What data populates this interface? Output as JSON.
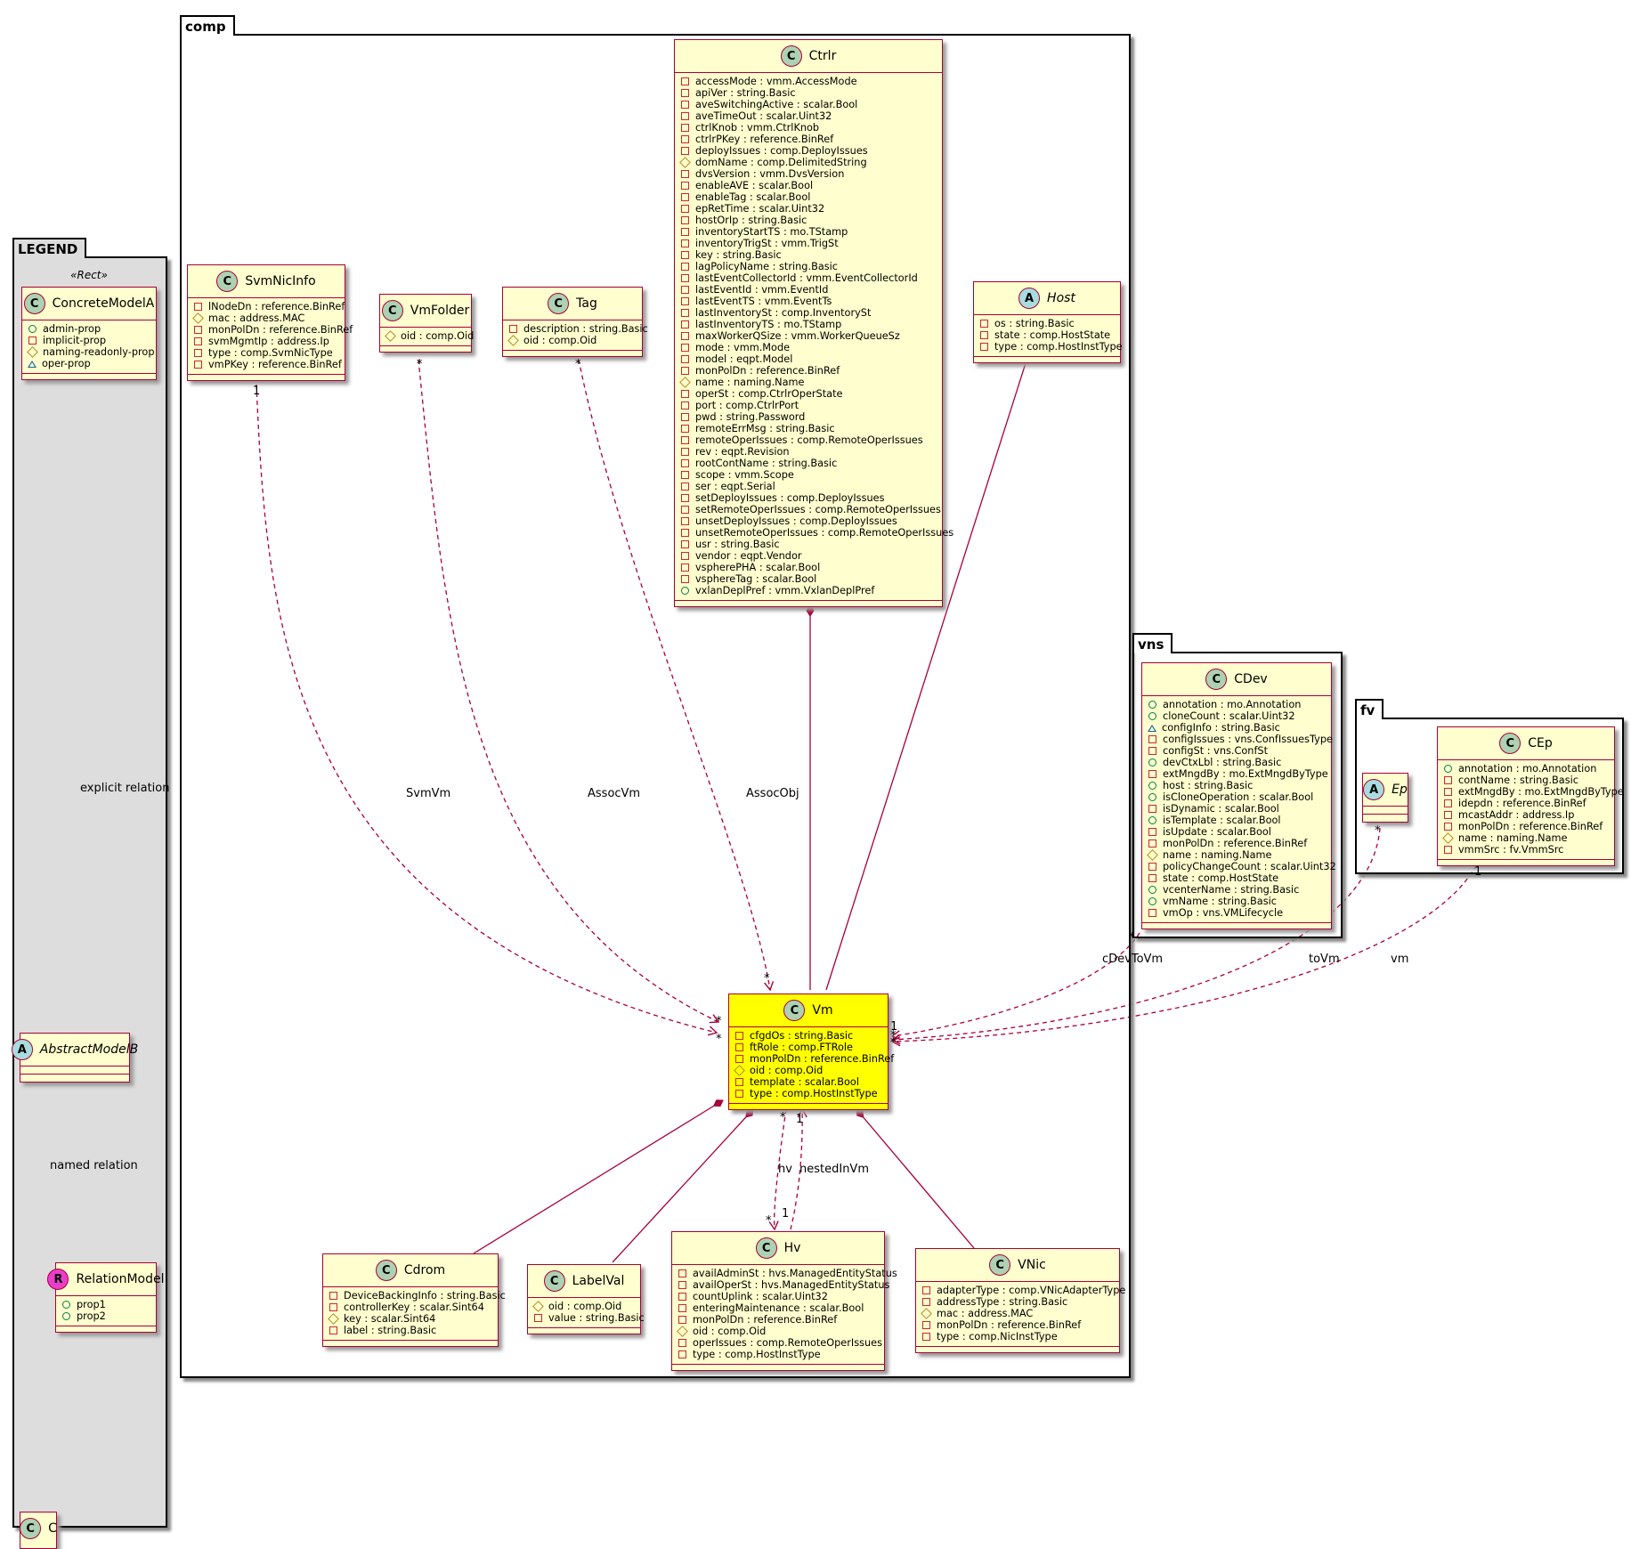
{
  "packages": {
    "legend": "LEGEND",
    "comp": "comp",
    "vns": "vns",
    "fv": "fv"
  },
  "legend": {
    "stereotype": "«Rect»",
    "concrete": {
      "name": "ConcreteModelA",
      "fields": [
        {
          "v": "pub",
          "t": "admin-prop"
        },
        {
          "v": "priv",
          "t": "implicit-prop"
        },
        {
          "v": "prot",
          "t": "naming-readonly-prop"
        },
        {
          "v": "pkgv",
          "t": "oper-prop"
        }
      ]
    },
    "abstract": {
      "name": "AbstractModelB"
    },
    "relation": {
      "name": "RelationModel",
      "fields": [
        {
          "v": "pub",
          "t": "prop1"
        },
        {
          "v": "pub",
          "t": "prop2"
        }
      ]
    },
    "c": {
      "name": "C"
    },
    "explicit_label": "explicit relation",
    "named_label": "named relation"
  },
  "classes": {
    "ctrlr": {
      "name": "Ctrlr",
      "fields": [
        {
          "v": "priv",
          "t": "accessMode : vmm.AccessMode"
        },
        {
          "v": "priv",
          "t": "apiVer : string.Basic"
        },
        {
          "v": "priv",
          "t": "aveSwitchingActive : scalar.Bool"
        },
        {
          "v": "priv",
          "t": "aveTimeOut : scalar.Uint32"
        },
        {
          "v": "priv",
          "t": "ctrlKnob : vmm.CtrlKnob"
        },
        {
          "v": "priv",
          "t": "ctrlrPKey : reference.BinRef"
        },
        {
          "v": "priv",
          "t": "deployIssues : comp.DeployIssues"
        },
        {
          "v": "prot",
          "t": "domName : comp.DelimitedString"
        },
        {
          "v": "priv",
          "t": "dvsVersion : vmm.DvsVersion"
        },
        {
          "v": "priv",
          "t": "enableAVE : scalar.Bool"
        },
        {
          "v": "priv",
          "t": "enableTag : scalar.Bool"
        },
        {
          "v": "priv",
          "t": "epRetTime : scalar.Uint32"
        },
        {
          "v": "priv",
          "t": "hostOrIp : string.Basic"
        },
        {
          "v": "priv",
          "t": "inventoryStartTS : mo.TStamp"
        },
        {
          "v": "priv",
          "t": "inventoryTrigSt : vmm.TrigSt"
        },
        {
          "v": "priv",
          "t": "key : string.Basic"
        },
        {
          "v": "priv",
          "t": "lagPolicyName : string.Basic"
        },
        {
          "v": "priv",
          "t": "lastEventCollectorId : vmm.EventCollectorId"
        },
        {
          "v": "priv",
          "t": "lastEventId : vmm.EventId"
        },
        {
          "v": "priv",
          "t": "lastEventTS : vmm.EventTs"
        },
        {
          "v": "priv",
          "t": "lastInventorySt : comp.InventorySt"
        },
        {
          "v": "priv",
          "t": "lastInventoryTS : mo.TStamp"
        },
        {
          "v": "priv",
          "t": "maxWorkerQSize : vmm.WorkerQueueSz"
        },
        {
          "v": "priv",
          "t": "mode : vmm.Mode"
        },
        {
          "v": "priv",
          "t": "model : eqpt.Model"
        },
        {
          "v": "priv",
          "t": "monPolDn : reference.BinRef"
        },
        {
          "v": "prot",
          "t": "name : naming.Name"
        },
        {
          "v": "priv",
          "t": "operSt : comp.CtrlrOperState"
        },
        {
          "v": "priv",
          "t": "port : comp.CtrlrPort"
        },
        {
          "v": "priv",
          "t": "pwd : string.Password"
        },
        {
          "v": "priv",
          "t": "remoteErrMsg : string.Basic"
        },
        {
          "v": "priv",
          "t": "remoteOperIssues : comp.RemoteOperIssues"
        },
        {
          "v": "priv",
          "t": "rev : eqpt.Revision"
        },
        {
          "v": "priv",
          "t": "rootContName : string.Basic"
        },
        {
          "v": "priv",
          "t": "scope : vmm.Scope"
        },
        {
          "v": "priv",
          "t": "ser : eqpt.Serial"
        },
        {
          "v": "priv",
          "t": "setDeployIssues : comp.DeployIssues"
        },
        {
          "v": "priv",
          "t": "setRemoteOperIssues : comp.RemoteOperIssues"
        },
        {
          "v": "priv",
          "t": "unsetDeployIssues : comp.DeployIssues"
        },
        {
          "v": "priv",
          "t": "unsetRemoteOperIssues : comp.RemoteOperIssues"
        },
        {
          "v": "priv",
          "t": "usr : string.Basic"
        },
        {
          "v": "priv",
          "t": "vendor : eqpt.Vendor"
        },
        {
          "v": "priv",
          "t": "vspherePHA : scalar.Bool"
        },
        {
          "v": "priv",
          "t": "vsphereTag : scalar.Bool"
        },
        {
          "v": "pub",
          "t": "vxlanDeplPref : vmm.VxlanDeplPref"
        }
      ]
    },
    "svmnicinfo": {
      "name": "SvmNicInfo",
      "fields": [
        {
          "v": "priv",
          "t": "lNodeDn : reference.BinRef"
        },
        {
          "v": "prot",
          "t": "mac : address.MAC"
        },
        {
          "v": "priv",
          "t": "monPolDn : reference.BinRef"
        },
        {
          "v": "priv",
          "t": "svmMgmtIp : address.Ip"
        },
        {
          "v": "priv",
          "t": "type : comp.SvmNicType"
        },
        {
          "v": "priv",
          "t": "vmPKey : reference.BinRef"
        }
      ]
    },
    "vmfolder": {
      "name": "VmFolder",
      "fields": [
        {
          "v": "prot",
          "t": "oid : comp.Oid"
        }
      ]
    },
    "tag": {
      "name": "Tag",
      "fields": [
        {
          "v": "priv",
          "t": "description : string.Basic"
        },
        {
          "v": "prot",
          "t": "oid : comp.Oid"
        }
      ]
    },
    "host": {
      "name": "Host",
      "fields": [
        {
          "v": "priv",
          "t": "os : string.Basic"
        },
        {
          "v": "priv",
          "t": "state : comp.HostState"
        },
        {
          "v": "priv",
          "t": "type : comp.HostInstType"
        }
      ]
    },
    "vm": {
      "name": "Vm",
      "fields": [
        {
          "v": "priv",
          "t": "cfgdOs : string.Basic"
        },
        {
          "v": "priv",
          "t": "ftRole : comp.FTRole"
        },
        {
          "v": "priv",
          "t": "monPolDn : reference.BinRef"
        },
        {
          "v": "prot",
          "t": "oid : comp.Oid"
        },
        {
          "v": "priv",
          "t": "template : scalar.Bool"
        },
        {
          "v": "priv",
          "t": "type : comp.HostInstType"
        }
      ]
    },
    "cdrom": {
      "name": "Cdrom",
      "fields": [
        {
          "v": "priv",
          "t": "DeviceBackingInfo : string.Basic"
        },
        {
          "v": "priv",
          "t": "controllerKey : scalar.Sint64"
        },
        {
          "v": "prot",
          "t": "key : scalar.Sint64"
        },
        {
          "v": "priv",
          "t": "label : string.Basic"
        }
      ]
    },
    "labelval": {
      "name": "LabelVal",
      "fields": [
        {
          "v": "prot",
          "t": "oid : comp.Oid"
        },
        {
          "v": "priv",
          "t": "value : string.Basic"
        }
      ]
    },
    "hv": {
      "name": "Hv",
      "fields": [
        {
          "v": "priv",
          "t": "availAdminSt : hvs.ManagedEntityStatus"
        },
        {
          "v": "priv",
          "t": "availOperSt : hvs.ManagedEntityStatus"
        },
        {
          "v": "priv",
          "t": "countUplink : scalar.Uint32"
        },
        {
          "v": "priv",
          "t": "enteringMaintenance : scalar.Bool"
        },
        {
          "v": "priv",
          "t": "monPolDn : reference.BinRef"
        },
        {
          "v": "prot",
          "t": "oid : comp.Oid"
        },
        {
          "v": "priv",
          "t": "operIssues : comp.RemoteOperIssues"
        },
        {
          "v": "priv",
          "t": "type : comp.HostInstType"
        }
      ]
    },
    "vnic": {
      "name": "VNic",
      "fields": [
        {
          "v": "priv",
          "t": "adapterType : comp.VNicAdapterType"
        },
        {
          "v": "priv",
          "t": "addressType : string.Basic"
        },
        {
          "v": "prot",
          "t": "mac : address.MAC"
        },
        {
          "v": "priv",
          "t": "monPolDn : reference.BinRef"
        },
        {
          "v": "priv",
          "t": "type : comp.NicInstType"
        }
      ]
    },
    "cdev": {
      "name": "CDev",
      "fields": [
        {
          "v": "pub",
          "t": "annotation : mo.Annotation"
        },
        {
          "v": "pub",
          "t": "cloneCount : scalar.Uint32"
        },
        {
          "v": "pkgv",
          "t": "configInfo : string.Basic"
        },
        {
          "v": "priv",
          "t": "configIssues : vns.ConfIssuesType"
        },
        {
          "v": "priv",
          "t": "configSt : vns.ConfSt"
        },
        {
          "v": "pub",
          "t": "devCtxLbl : string.Basic"
        },
        {
          "v": "priv",
          "t": "extMngdBy : mo.ExtMngdByType"
        },
        {
          "v": "pub",
          "t": "host : string.Basic"
        },
        {
          "v": "pub",
          "t": "isCloneOperation : scalar.Bool"
        },
        {
          "v": "priv",
          "t": "isDynamic : scalar.Bool"
        },
        {
          "v": "pub",
          "t": "isTemplate : scalar.Bool"
        },
        {
          "v": "priv",
          "t": "isUpdate : scalar.Bool"
        },
        {
          "v": "priv",
          "t": "monPolDn : reference.BinRef"
        },
        {
          "v": "prot",
          "t": "name : naming.Name"
        },
        {
          "v": "priv",
          "t": "policyChangeCount : scalar.Uint32"
        },
        {
          "v": "priv",
          "t": "state : comp.HostState"
        },
        {
          "v": "pub",
          "t": "vcenterName : string.Basic"
        },
        {
          "v": "pub",
          "t": "vmName : string.Basic"
        },
        {
          "v": "priv",
          "t": "vmOp : vns.VMLifecycle"
        }
      ]
    },
    "ep": {
      "name": "Ep",
      "fields": []
    },
    "cep": {
      "name": "CEp",
      "fields": [
        {
          "v": "pub",
          "t": "annotation : mo.Annotation"
        },
        {
          "v": "priv",
          "t": "contName : string.Basic"
        },
        {
          "v": "priv",
          "t": "extMngdBy : mo.ExtMngdByType"
        },
        {
          "v": "priv",
          "t": "idepdn : reference.BinRef"
        },
        {
          "v": "priv",
          "t": "mcastAddr : address.Ip"
        },
        {
          "v": "priv",
          "t": "monPolDn : reference.BinRef"
        },
        {
          "v": "prot",
          "t": "name : naming.Name"
        },
        {
          "v": "priv",
          "t": "vmmSrc : fv.VmmSrc"
        }
      ]
    }
  },
  "relations": {
    "svmvm": "SvmVm",
    "assocvm": "AssocVm",
    "assocobj": "AssocObj",
    "cdevtovm": "cDevToVm",
    "tovm": "toVm",
    "vm": "vm",
    "hv": "hv",
    "nestedinvm": "nestedInVm"
  },
  "multiplicities": {
    "svm_src": "1",
    "svm_dst": "*",
    "vmf_src": "*",
    "vmf_dst": "*",
    "tag_src": "*",
    "tag_dst": "*",
    "cdev_src": "*",
    "cdev_dst": "1",
    "ep_src": "*",
    "ep_dst": "*",
    "cep_src": "1",
    "cep_dst": "*",
    "hv_src": "*",
    "hv_dst": "*",
    "nest_src": "1",
    "nest_dst": "1"
  },
  "colors": {
    "line": "#A80036",
    "class_fill": "#FEFECE",
    "highlight": "#FFFF00",
    "legend_bg": "#DDDDDD"
  }
}
